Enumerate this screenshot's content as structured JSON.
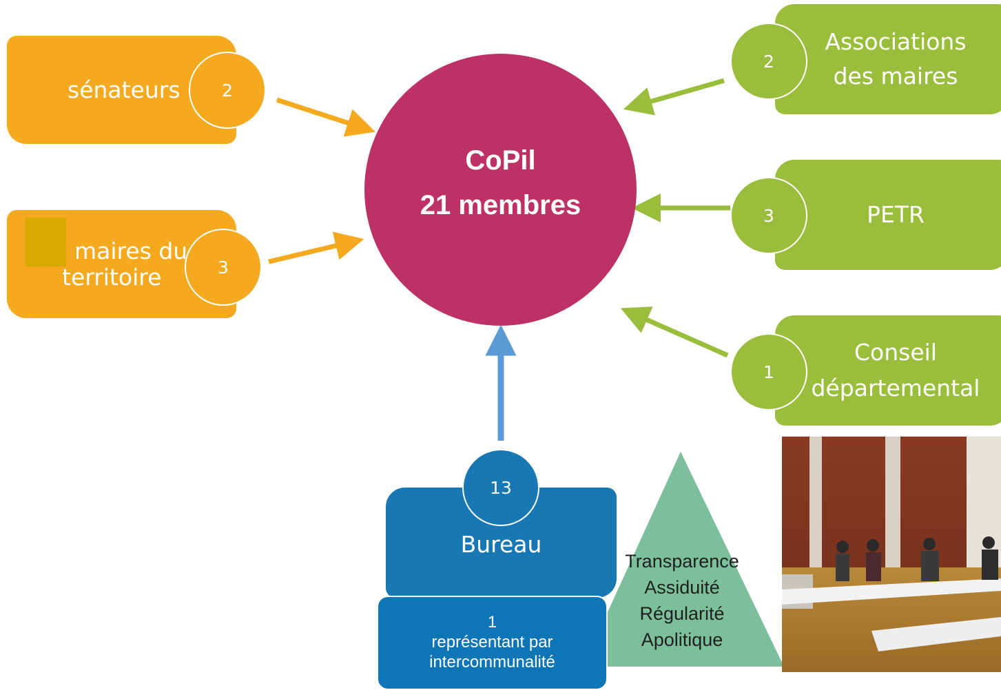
{
  "colors": {
    "orange": "#f5a91f",
    "green": "#9bbd3c",
    "magenta": "#bd3165",
    "blue": "#1878b4",
    "blue_dark": "#0e75b7",
    "arrow_blue": "#5b9bd5",
    "triangle": "#7cbf9c"
  },
  "center": {
    "title": "CoPil",
    "subtitle": "21 membres"
  },
  "left": [
    {
      "label": "sénateurs",
      "count": "2"
    },
    {
      "label_line1": "maires du",
      "label_line2": "territoire",
      "count": "3"
    }
  ],
  "right": [
    {
      "label_line1": "Associations",
      "label_line2": "des maires",
      "count": "2"
    },
    {
      "label": "PETR",
      "count": "3"
    },
    {
      "label_line1": "Conseil",
      "label_line2": "départemental",
      "count": "1"
    }
  ],
  "bureau": {
    "count": "13",
    "label": "Bureau",
    "sub_count": "1",
    "sub_line1": "représentant par",
    "sub_line2": "intercommunalité"
  },
  "values": [
    "Transparence",
    "Assiduité",
    "Régularité",
    "Apolitique"
  ],
  "photo": {
    "icon": "meeting-room-photo"
  }
}
